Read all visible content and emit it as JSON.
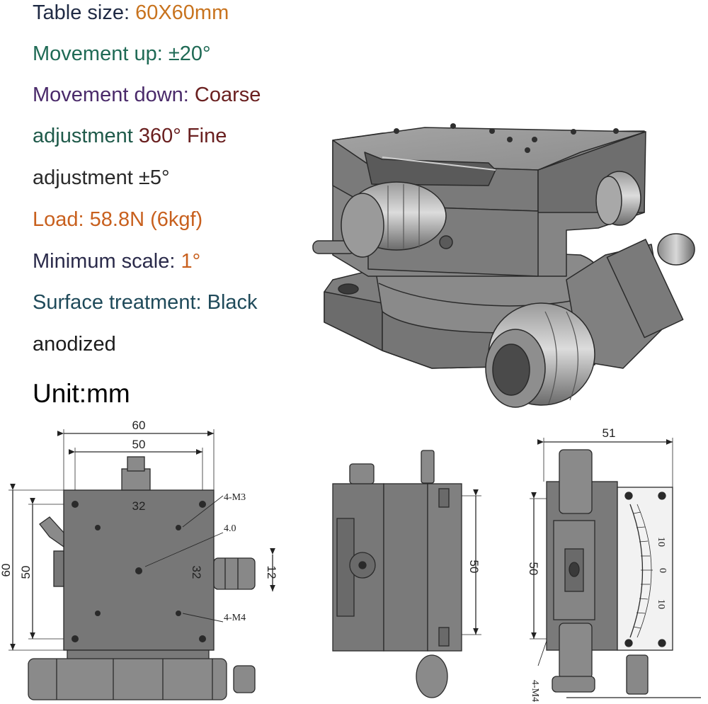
{
  "specs": [
    {
      "label": "Table size: ",
      "value": "60X60mm",
      "label_color": "#1f2a44",
      "value_color": "#c8731e"
    },
    {
      "label": "Movement up: ±20°",
      "value": "",
      "label_color": "#1f6a55",
      "value_color": "#1f6a55"
    },
    {
      "label": "Movement down: ",
      "value": "Coarse",
      "label_color": "#4a2a6a",
      "value_color": "#6a2020"
    },
    {
      "label": "adjustment ",
      "value": "360° Fine",
      "label_color": "#1f5a4a",
      "value_color": "#6a2020"
    },
    {
      "label": "adjustment ±5°",
      "value": "",
      "label_color": "#2a2a2a",
      "value_color": "#2a2a2a"
    },
    {
      "label": "Load: 58.8N (6kgf)",
      "value": "",
      "label_color": "#c8601e",
      "value_color": "#c8601e"
    },
    {
      "label": "Minimum scale: ",
      "value": "1°",
      "label_color": "#2a2a4a",
      "value_color": "#c8601e"
    },
    {
      "label": "Surface treatment: Black",
      "value": "",
      "label_color": "#1f4a5a",
      "value_color": "#1f4a5a"
    },
    {
      "label": "anodized",
      "value": "",
      "label_color": "#1c1c1c",
      "value_color": "#1c1c1c"
    }
  ],
  "unit_label": "Unit:mm",
  "front_view": {
    "dim_60_top": "60",
    "dim_50_top": "50",
    "dim_32_top": "32",
    "dim_60_left": "60",
    "dim_50_left": "50",
    "dim_32_mid": "32",
    "dim_12": "12",
    "callout_m3": "4-M3",
    "callout_4": "4.0",
    "callout_m4": "4-M4"
  },
  "side_view": {
    "dim_50": "50"
  },
  "right_view": {
    "dim_51": "51",
    "dim_50": "50",
    "callout_m4": "4-M4",
    "scale_labels": [
      "10",
      "0",
      "10"
    ]
  }
}
